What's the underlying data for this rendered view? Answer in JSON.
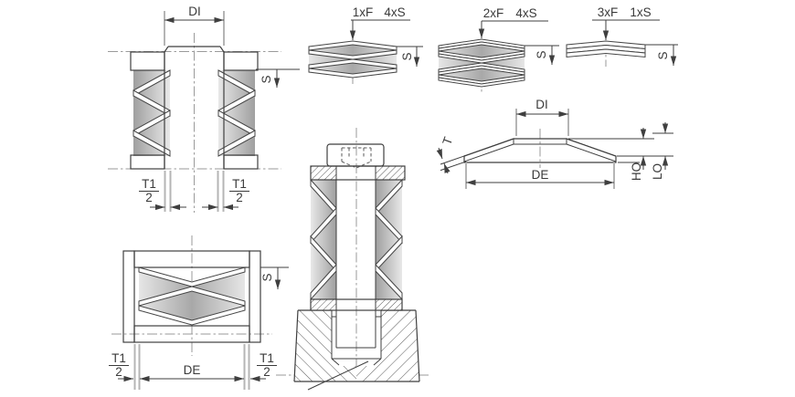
{
  "colors": {
    "background": "#ffffff",
    "line": "#3f3f3f",
    "centerline": "#9a9a9a",
    "extension_line": "#b5b5b5",
    "hatch": "#575757",
    "spring_shade_dark": "#a8a8a8",
    "spring_shade_light": "#e6e6e6"
  },
  "figures": {
    "guided_stack": {
      "dim_inner_diameter": "DI",
      "dim_travel": "S",
      "tolerance_numerator": "T1",
      "tolerance_denominator": "2"
    },
    "housed_stack": {
      "dim_outer_diameter": "DE",
      "dim_travel": "S",
      "tolerance_numerator": "T1",
      "tolerance_denominator": "2"
    },
    "stack_1f4s": {
      "force_label": "1xF",
      "series_label": "4xS",
      "dim_travel": "S"
    },
    "stack_2f4s": {
      "force_label": "2xF",
      "series_label": "4xS",
      "dim_travel": "S"
    },
    "stack_3f1s": {
      "force_label": "3xF",
      "series_label": "1xS",
      "dim_travel": "S"
    },
    "single_disc": {
      "dim_inner_diameter": "DI",
      "dim_outer_diameter": "DE",
      "dim_thickness": "T",
      "dim_cone_height": "HO",
      "dim_free_height": "LO"
    }
  }
}
